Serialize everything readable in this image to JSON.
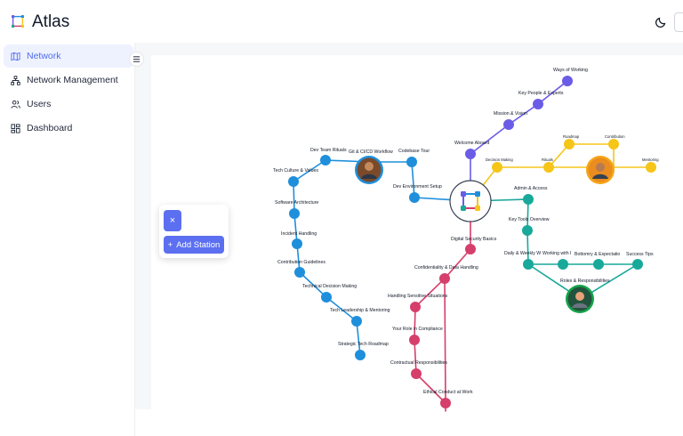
{
  "app": {
    "title": "Atlas"
  },
  "sidebar": {
    "items": [
      {
        "label": "Network",
        "icon": "map-icon",
        "active": true
      },
      {
        "label": "Network Management",
        "icon": "network-icon",
        "active": false
      },
      {
        "label": "Users",
        "icon": "users-icon",
        "active": false
      },
      {
        "label": "Dashboard",
        "icon": "dashboard-icon",
        "active": false
      }
    ]
  },
  "panel": {
    "close_icon": "×",
    "add_label": "Add Station",
    "add_icon": "+"
  },
  "colors": {
    "accent": "#5b6ff0",
    "blue_line": "#1f8fdc",
    "purple_line": "#6b5ce7",
    "yellow_line": "#f5c518",
    "teal_line": "#18a99a",
    "pink_line": "#d63e6b"
  },
  "stations": {
    "dev_team_rituals": "Dev Team Rituals",
    "git_workflow": "Git & CI/CD Workflow",
    "codebase_tour": "Codebase Tour",
    "tech_culture": "Tech Culture & Values",
    "dev_env": "Dev Environment Setup",
    "software_arch": "Software Architecture",
    "incident": "Incident Handling",
    "contribution": "Contribution Guidelines",
    "tech_decision": "Technical Decision Making",
    "tech_leadership": "Tech Leadership & Mentoring",
    "strategic": "Strategic Tech Roadmap",
    "ways": "Ways of Working",
    "key_people": "Key People & Experts",
    "mission": "Mission & Vision",
    "welcome": "Welcome Aboard",
    "decision_making": "Decision Making",
    "rituals": "Rituals",
    "roadmap": "Roadmap",
    "contribution2": "Contribution",
    "mentoring": "Mentoring",
    "admin": "Admin & Access",
    "key_tools": "Key Tools Overview",
    "daily": "Daily & Weekly W",
    "working_with": "Working with I",
    "bottomry": "Bottomry & Expectatio",
    "success": "Success Tips",
    "roles": "Roles & Responsibilities",
    "security": "Digital Security Basics",
    "confidentiality": "Confidentiality & Data Handling",
    "sensitive": "Handling Sensitive Situations",
    "compliance": "Your Role in Compliance",
    "contractual": "Contractual Responsibilities",
    "ethical": "Ethical Conduct at Work"
  }
}
